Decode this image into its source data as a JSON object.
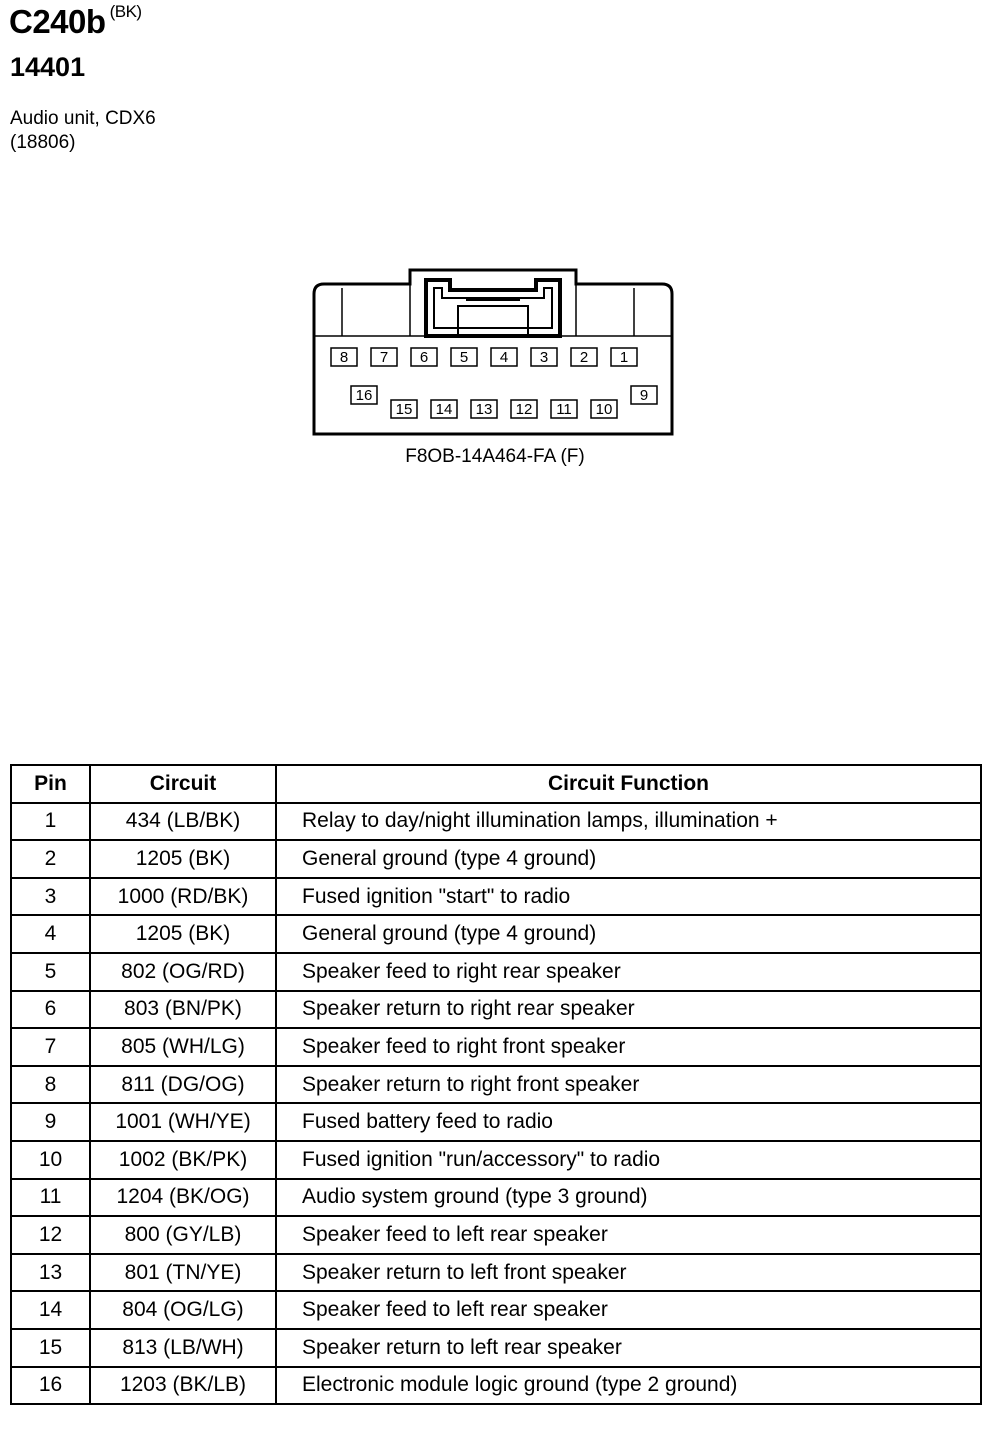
{
  "header": {
    "connector_id": "C240b",
    "connector_color": "(BK)",
    "part_number": "14401",
    "description_line1": "Audio unit, CDX6",
    "description_line2": "(18806)"
  },
  "connector": {
    "part_code": "F8OB-14A464-FA (F)",
    "top_row_pins": [
      "8",
      "7",
      "6",
      "5",
      "4",
      "3",
      "2",
      "1"
    ],
    "bottom_row_pins": [
      "16",
      "15",
      "14",
      "13",
      "12",
      "11",
      "10",
      "9"
    ]
  },
  "table": {
    "headers": {
      "pin": "Pin",
      "circuit": "Circuit",
      "function": "Circuit Function"
    },
    "rows": [
      {
        "pin": "1",
        "circuit": "434 (LB/BK)",
        "function": "Relay to day/night illumination lamps, illumination +"
      },
      {
        "pin": "2",
        "circuit": "1205 (BK)",
        "function": "General ground (type 4 ground)"
      },
      {
        "pin": "3",
        "circuit": "1000 (RD/BK)",
        "function": "Fused ignition \"start\" to radio"
      },
      {
        "pin": "4",
        "circuit": "1205 (BK)",
        "function": "General ground (type 4 ground)"
      },
      {
        "pin": "5",
        "circuit": "802 (OG/RD)",
        "function": "Speaker feed to right rear speaker"
      },
      {
        "pin": "6",
        "circuit": "803 (BN/PK)",
        "function": "Speaker return to right rear speaker"
      },
      {
        "pin": "7",
        "circuit": "805 (WH/LG)",
        "function": "Speaker feed to right front speaker"
      },
      {
        "pin": "8",
        "circuit": "811 (DG/OG)",
        "function": "Speaker return to right front speaker"
      },
      {
        "pin": "9",
        "circuit": "1001 (WH/YE)",
        "function": "Fused battery feed to radio"
      },
      {
        "pin": "10",
        "circuit": "1002 (BK/PK)",
        "function": "Fused ignition \"run/accessory\" to radio"
      },
      {
        "pin": "11",
        "circuit": "1204 (BK/OG)",
        "function": "Audio system ground (type 3 ground)"
      },
      {
        "pin": "12",
        "circuit": "800 (GY/LB)",
        "function": "Speaker feed to left rear speaker"
      },
      {
        "pin": "13",
        "circuit": "801 (TN/YE)",
        "function": "Speaker return to left front speaker"
      },
      {
        "pin": "14",
        "circuit": "804 (OG/LG)",
        "function": "Speaker feed to left rear speaker"
      },
      {
        "pin": "15",
        "circuit": "813 (LB/WH)",
        "function": "Speaker return to left rear speaker"
      },
      {
        "pin": "16",
        "circuit": "1203 (BK/LB)",
        "function": "Electronic module logic ground (type 2 ground)"
      }
    ]
  }
}
